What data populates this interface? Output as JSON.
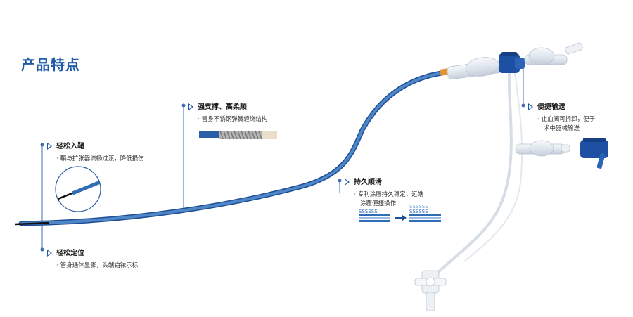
{
  "title": "产品特点",
  "colors": {
    "brand_blue": "#1e5aa8",
    "tube_blue": "#2f6db5",
    "hub_blue": "#1d4fa3",
    "orange": "#e8922e"
  },
  "features": [
    {
      "id": "easy-entry",
      "heading": "轻松入鞘",
      "lines": [
        "鞘与扩张器流畅过渡，降低损伤"
      ]
    },
    {
      "id": "strong-support",
      "heading": "强支撑、高柔顺",
      "lines": [
        "管身不锈钢弹簧缠绕结构"
      ]
    },
    {
      "id": "lasting-smooth",
      "heading": "持久顺滑",
      "lines": [
        "专利涂层持久稳定，远端",
        "涂覆便捷操作"
      ]
    },
    {
      "id": "easy-delivery",
      "heading": "便捷输送",
      "lines": [
        "止血阀可拆卸，便于",
        "术中器械输送"
      ]
    },
    {
      "id": "easy-position",
      "heading": "轻松定位",
      "lines": [
        "管身通体显影，头端铂铱示标"
      ]
    }
  ]
}
